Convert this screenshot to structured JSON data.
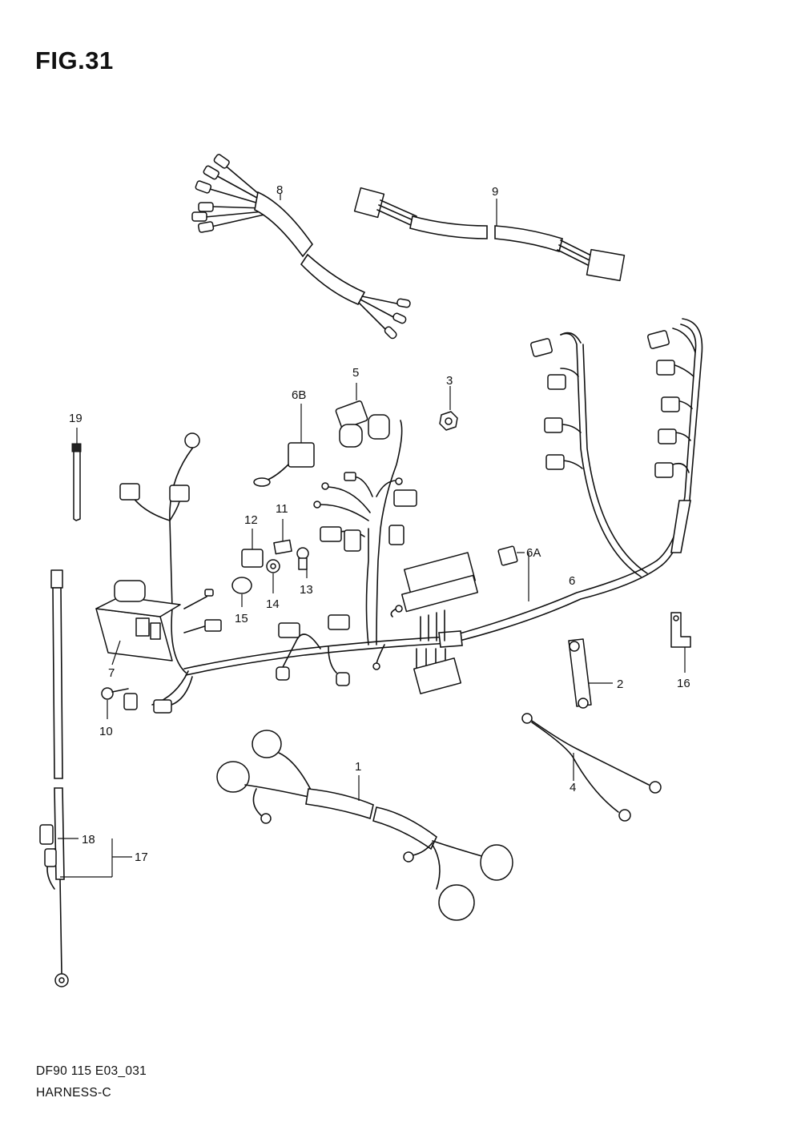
{
  "figure": {
    "title": "FIG.31"
  },
  "footer": {
    "code": "DF90 115 E03_031",
    "name": "HARNESS-C"
  },
  "callouts": {
    "c1": "1",
    "c2": "2",
    "c3": "3",
    "c4": "4",
    "c5": "5",
    "c6": "6",
    "c6a": "6A",
    "c6b": "6B",
    "c7": "7",
    "c8": "8",
    "c9": "9",
    "c10": "10",
    "c11": "11",
    "c12": "12",
    "c13": "13",
    "c14": "14",
    "c15": "15",
    "c16": "16",
    "c17": "17",
    "c18": "18",
    "c19": "19"
  }
}
